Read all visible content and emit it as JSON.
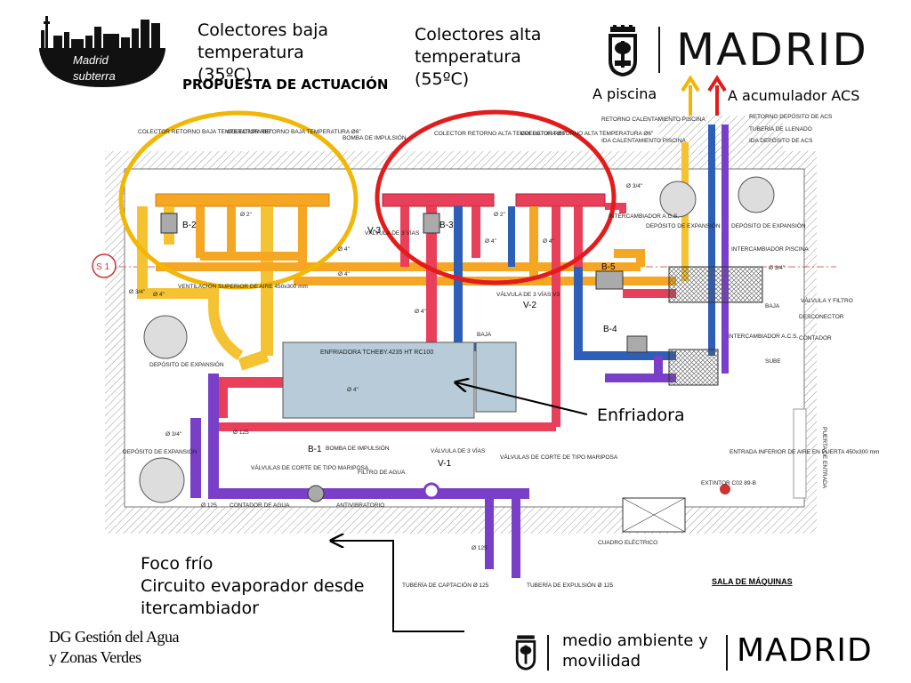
{
  "header": {
    "logo_line1": "Madrid",
    "logo_line2": "subterra",
    "proposal_title": "PROPUESTA DE ACTUACIÓN",
    "madrid_brand": "MADRID",
    "callout_low_temp": "Colectores baja temperatura (35ºC)",
    "callout_high_temp": "Colectores alta temperatura (55ºC)",
    "to_pool": "A piscina",
    "to_acs": "A acumulador ACS"
  },
  "callouts": {
    "chiller": "Enfriadora",
    "cold_focus": "Foco frío\nCircuito evaporador desde\nitercambiador"
  },
  "footer": {
    "dept_line1": "DG Gestión del Agua",
    "dept_line2": "y Zonas Verdes",
    "env_line1": "medio ambiente y",
    "env_line2": "movilidad",
    "madrid_brand": "MADRID"
  },
  "plan": {
    "room_title": "SALA DE MÁQUINAS",
    "labels": {
      "collector_low": "COLECTOR RETORNO BAJA TEMPERATURA Ø6\"",
      "collector_low2": "COLECTOR RETORNO BAJA TEMPERATURA Ø6\"",
      "pump_impulsion": "BOMBA DE IMPULSIÓN",
      "collector_high": "COLECTOR RETORNO ALTA TEMPERATURA Ø6\"",
      "collector_high2": "COLECTOR RETORNO ALTA TEMPERATURA Ø6\"",
      "return_pool": "RETORNO CALENTAMIENTO PISCINA",
      "supply_pool": "IDA CALENTAMIENTO PISCINA",
      "return_acs": "RETORNO DEPÓSITO DE ACS",
      "fill_pipe": "TUBERÍA DE LLENADO",
      "supply_acs": "IDA DEPÓSITO DE ACS",
      "exchanger_acs": "INTERCAMBIADOR A.C.S.",
      "expansion_tank": "DEPÓSITO DE EXPANSIÓN",
      "expansion_tank2": "DEPÓSITO DE EXPANSIÓN",
      "expansion_tank3": "DEPÓSITO DE EXPANSIÓN",
      "expansion_tank4": "DEPÓSITO DE EXPANSIÓN",
      "exchanger_pool": "INTERCAMBIADOR PISCINA",
      "exchanger_acs2": "INTERCAMBIADOR A.C.S.",
      "ventilation": "VENTILACIÓN SUPERIOR DE AIRE 450x300 mm",
      "chiller_model": "ENFRIADORA TCHEBY.4235 HT RC100",
      "three_way_valve": "VÁLVULA DE 3 VÍAS",
      "three_way_valve_v3": "VÁLVULA DE 3 VÍAS V3",
      "three_way_valve_v1": "VÁLVULA DE 3 VÍAS",
      "butterfly_valves": "VÁLVULAS DE CORTE DE TIPO MARIPOSA",
      "butterfly_valves2": "VÁLVULAS DE CORTE DE TIPO MARIPOSA",
      "water_meter": "CONTADOR DE AGUA",
      "anti_vibration": "ANTIVIBRATORIO",
      "water_filter": "FILTRO DE AGUA",
      "pump_b1": "BOMBA DE IMPULSIÓN",
      "capture_pipe": "TUBERÍA DE CAPTACIÓN Ø 125",
      "expulsion_pipe": "TUBERÍA DE EXPULSIÓN Ø 125",
      "electric_panel": "CUADRO ELÉCTRICO",
      "extinguisher": "EXTINTOR C02 89-B",
      "air_inlet": "ENTRADA INFERIOR DE AIRE EN PUERTA 450x300 mm",
      "entry_door": "PUERTA DE ENTRADA",
      "valve_filter": "VÁLVULA Y FILTRO",
      "disconnector": "DESCONECTOR",
      "meter": "CONTADOR",
      "down": "BAJA",
      "down2": "BAJA",
      "up": "SUBE"
    },
    "equipment_tags": {
      "b2": "B-2",
      "b3": "B-3",
      "b5": "B-5",
      "b4": "B-4",
      "b1": "B-1",
      "v3": "V-3",
      "v2": "V-2",
      "v1": "V-1",
      "s1": "S 1"
    },
    "diameters": {
      "d34": "Ø 3/4\"",
      "d2": "Ø 2\"",
      "d4": "Ø 4\"",
      "d125": "Ø 125"
    }
  },
  "colors": {
    "low_temp_pipe": "#f5a623",
    "low_temp_ring": "#f2b705",
    "high_temp_pipe": "#e8405a",
    "high_temp_ring": "#e31b1b",
    "cold_pipe": "#2e5fb8",
    "evaporator_pipe": "#7a3fc9",
    "pool_pipe": "#f5c231",
    "chiller_fill": "#b7ccd8",
    "arrow_up_pool": "#f5b400",
    "arrow_up_acs": "#e31b1b"
  }
}
